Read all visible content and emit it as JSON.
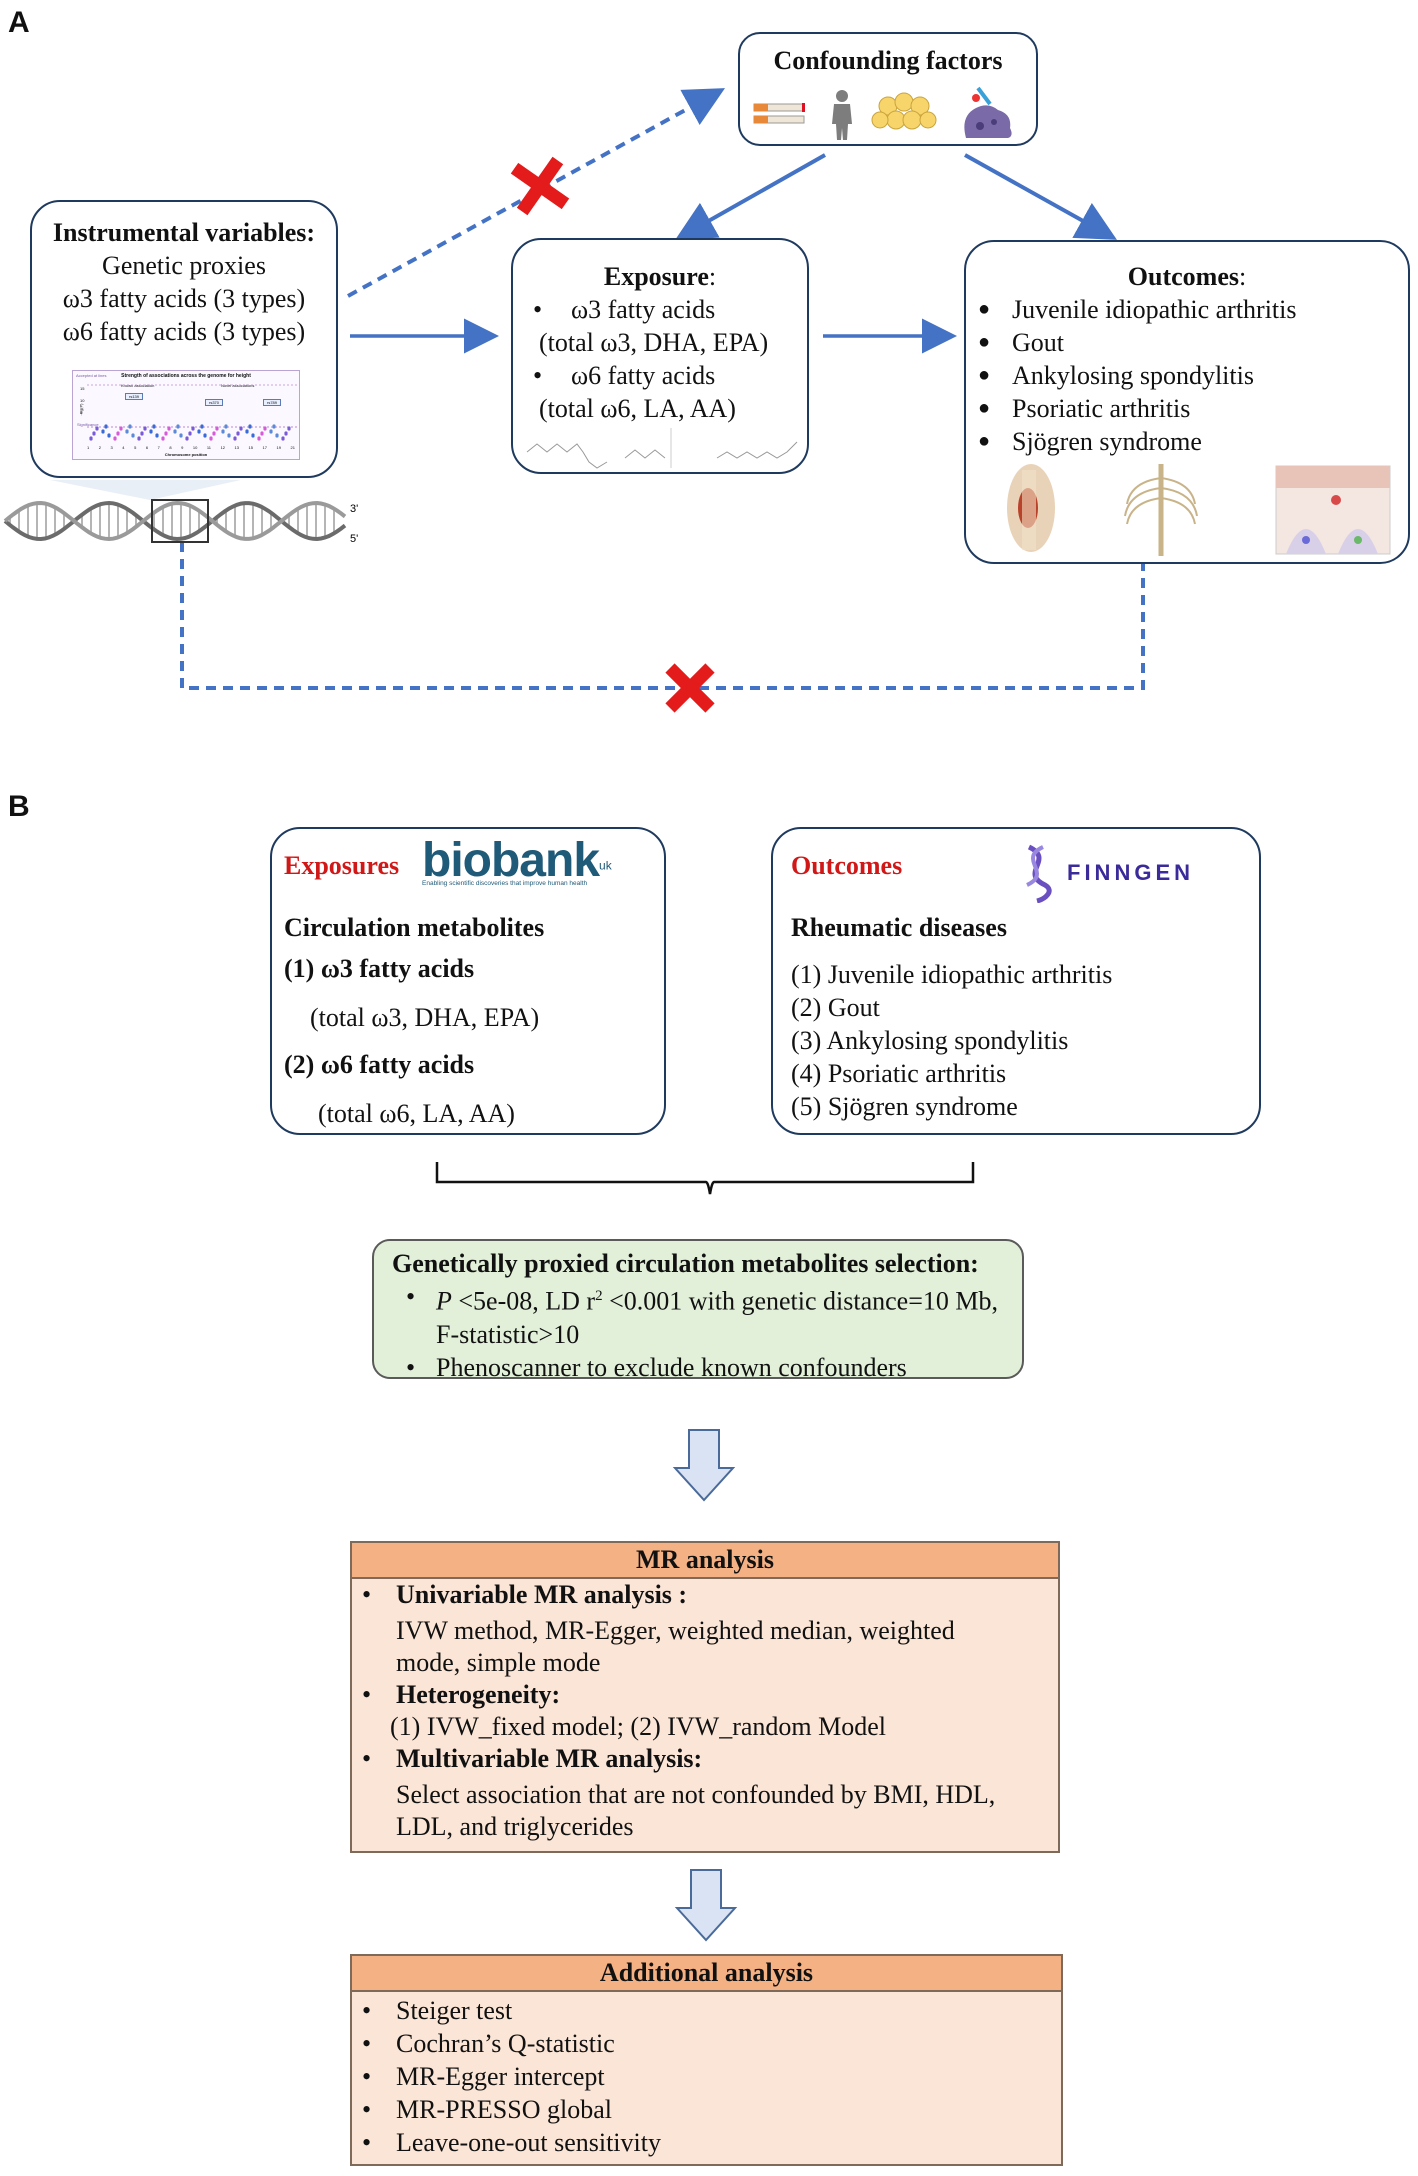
{
  "panels": {
    "a": "A",
    "b": "B"
  },
  "confounding": {
    "title": "Confounding factors"
  },
  "instrumental": {
    "title": "Instrumental variables:",
    "lines": [
      "Genetic proxies",
      "ω3 fatty acids (3 types)",
      "ω6 fatty acids (3 types)"
    ],
    "manhattan": {
      "title": "Strength of associations across the genome for height",
      "known": "Known association",
      "novel": "Novel associations",
      "accepted": "Accepted at lines",
      "significance": "Significance",
      "xlabel": "Chromosome position",
      "ylabel": "-log(P)",
      "snps": [
        "rs139",
        "rs370",
        "rs789"
      ],
      "chromosomes": [
        "1",
        "2",
        "3",
        "4",
        "5",
        "6",
        "7",
        "8",
        "9",
        "10",
        "11",
        "12",
        "13",
        "15",
        "17",
        "19",
        "21"
      ],
      "yticks": [
        "15",
        "10",
        "5"
      ]
    },
    "dna_labels": [
      "3'",
      "5'"
    ]
  },
  "exposure": {
    "title": "Exposure",
    "colon": ":",
    "items": [
      {
        "name": "ω3 fatty acids",
        "detail": "(total ω3, DHA, EPA)"
      },
      {
        "name": "ω6 fatty acids",
        "detail": "(total ω6, LA, AA)"
      }
    ]
  },
  "outcomes_a": {
    "title": "Outcomes",
    "colon": ":",
    "items": [
      "Juvenile idiopathic arthritis",
      "Gout",
      "Ankylosing spondylitis",
      "Psoriatic arthritis",
      "Sjögren syndrome"
    ]
  },
  "bullet": "•",
  "disc": "●",
  "exposures_b": {
    "title": "Exposures",
    "logo": "biobank",
    "logo_sup": "uk",
    "logo_tag": "Enabling scientific discoveries that improve human health",
    "subtitle": "Circulation metabolites",
    "g1": "(1)  ω3 fatty acids",
    "g1_detail": "(total ω3, DHA, EPA)",
    "g2": "(2) ω6 fatty acids",
    "g2_detail": "(total ω6, LA, AA)"
  },
  "outcomes_b": {
    "title": "Outcomes",
    "logo": "FINNGEN",
    "subtitle": "Rheumatic diseases",
    "items": [
      "(1)  Juvenile idiopathic arthritis",
      "(2)  Gout",
      "(3) Ankylosing spondylitis",
      "(4)  Psoriatic arthritis",
      "(5)  Sjögren syndrome"
    ]
  },
  "selection": {
    "title": "Genetically proxied circulation metabolites selection:",
    "b1_p": "P",
    "b1_a": " <5e-08, LD r",
    "b1_sup": "2",
    "b1_b": " <0.001 with genetic distance=10 Mb,",
    "b1_line2": "F-statistic>10",
    "b2": "Phenoscanner to exclude known confounders"
  },
  "mr": {
    "header": "MR analysis",
    "s1_title": "Univariable MR analysis :",
    "s1_line1": "IVW method, MR-Egger, weighted median,      weighted",
    "s1_line2": "mode, simple mode",
    "s2_title": "Heterogeneity:",
    "s2_line": "(1) IVW_fixed model; (2) IVW_random Model",
    "s3_title": "Multivariable MR analysis:",
    "s3_line1": "Select association that are not confounded by BMI, HDL,",
    "s3_line2": "LDL, and triglycerides"
  },
  "additional": {
    "header": "Additional analysis",
    "items": [
      "Steiger test",
      "Cochran’s Q-statistic",
      "MR-Egger intercept",
      "MR-PRESSO global",
      "Leave-one-out sensitivity"
    ]
  },
  "colors": {
    "arrow_blue": "#4472c4",
    "cross_red": "#e31b1b",
    "green_fill": "#e2f0d9",
    "peach_fill": "#fbe5d6",
    "header_fill": "#f4b183",
    "outcome_red": "#d01818"
  }
}
